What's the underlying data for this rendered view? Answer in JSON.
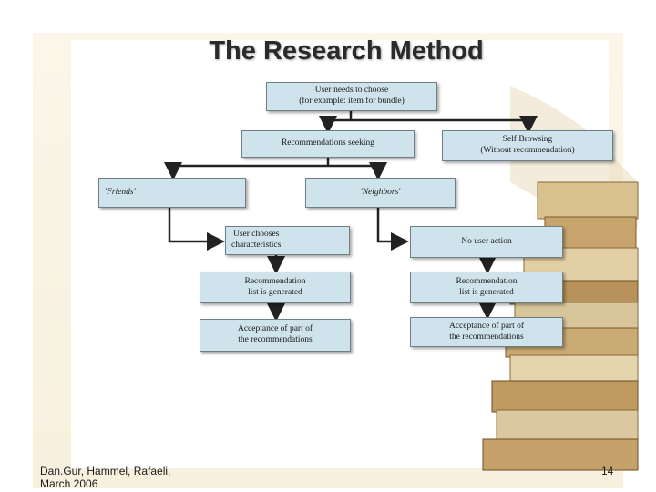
{
  "title": "The Research Method",
  "nodes": {
    "user_needs": "User needs to choose\n(for example: item for bundle)",
    "rec_seeking": "Recommendations seeking",
    "self_browsing": "Self Browsing\n(Without recommendation)",
    "friends": "'Friends'",
    "neighbors": "'Neighbors'",
    "user_chooses": "User chooses\ncharacteristics",
    "no_user_action": "No user action",
    "rec_list_left": "Recommendation\nlist is generated",
    "rec_list_right": "Recommendation\nlist is generated",
    "accept_left": "Acceptance of part of\nthe recommendations",
    "accept_right": "Acceptance of part of\nthe recommendations"
  },
  "footer": {
    "authors": "Dan.Gur, Hammel, Rafaeli,\nMarch 2006",
    "page_number": "14"
  },
  "colors": {
    "box_fill": "#cfe3ec",
    "connector": "#222222"
  }
}
